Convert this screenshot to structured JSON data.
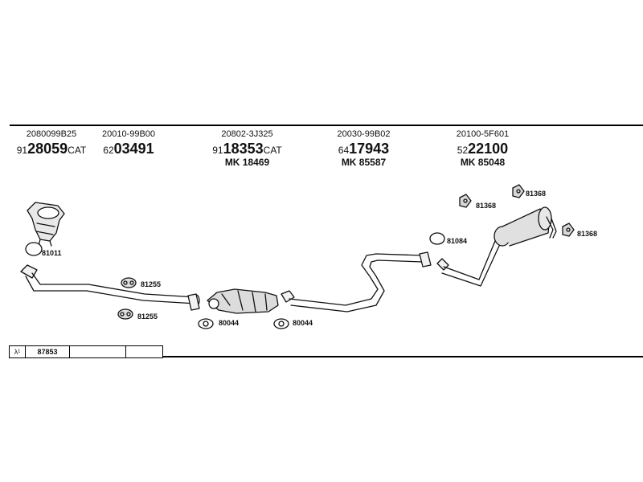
{
  "headers": [
    {
      "part_no": "2080099B25",
      "code_prefix": "91",
      "code_main": "28059",
      "code_suffix": "CAT",
      "mk": ""
    },
    {
      "part_no": "20010-99B00",
      "code_prefix": "62",
      "code_main": "03491",
      "code_suffix": "",
      "mk": ""
    },
    {
      "part_no": "20802-3J325",
      "code_prefix": "91",
      "code_main": "18353",
      "code_suffix": "CAT",
      "mk": "MK 18469"
    },
    {
      "part_no": "20030-99B02",
      "code_prefix": "64",
      "code_main": "17943",
      "code_suffix": "",
      "mk": "MK 85587"
    },
    {
      "part_no": "20100-5F601",
      "code_prefix": "52",
      "code_main": "22100",
      "code_suffix": "",
      "mk": "MK 85048"
    }
  ],
  "part_labels": {
    "gasket_81011": "81011",
    "mount_81255_a": "81255",
    "mount_81255_b": "81255",
    "gasket_80044_a": "80044",
    "gasket_80044_b": "80044",
    "ring_81084": "81084",
    "mount_81368_a": "81368",
    "mount_81368_b": "81368",
    "mount_81368_c": "81368"
  },
  "lambda_table": {
    "symbol": "λ¹",
    "value": "87853",
    "empty_1": "",
    "empty_2": ""
  }
}
